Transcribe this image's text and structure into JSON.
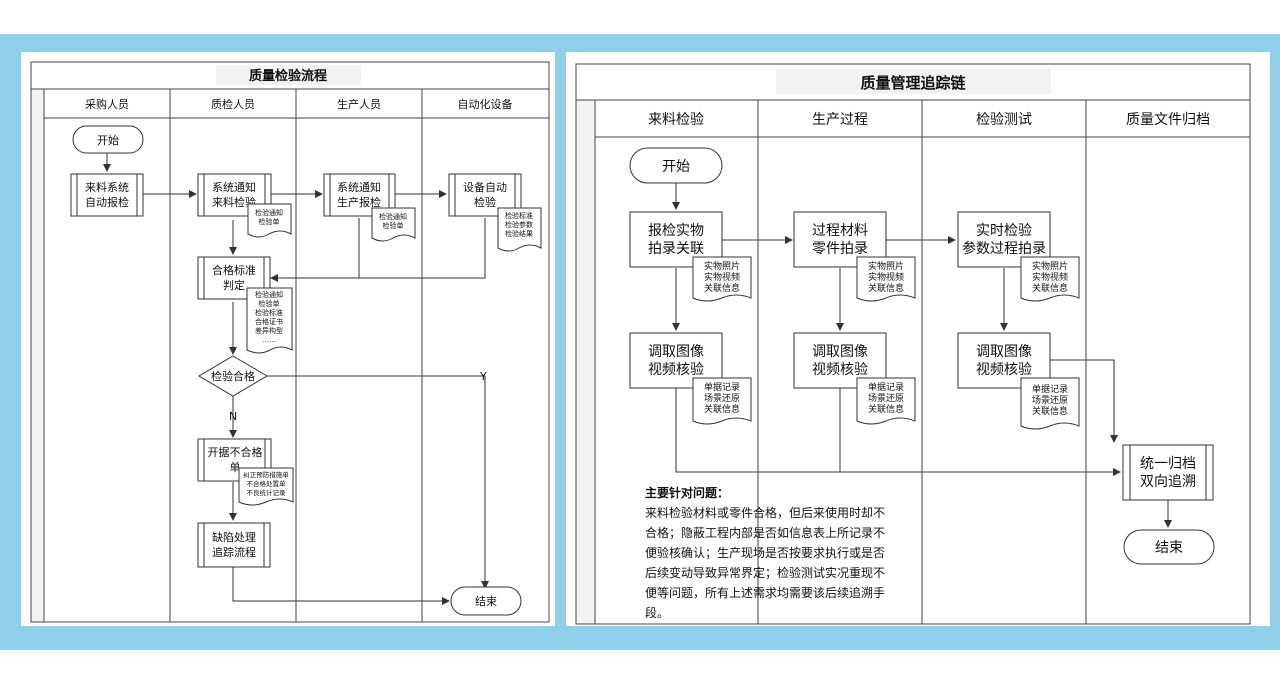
{
  "colors": {
    "background_band": "#8fcfe9",
    "line": "#333333",
    "box_fill": "#ffffff",
    "header_fill": "#f2f2f2"
  },
  "left": {
    "title": "质量检验流程",
    "lanes": [
      "采购人员",
      "质检人员",
      "生产人员",
      "自动化设备"
    ],
    "start": "开始",
    "end": "结束",
    "proc_receive": [
      "来料系统",
      "自动报检"
    ],
    "proc_notify_receive": [
      "系统通知",
      "来料检验"
    ],
    "proc_notify_prod": [
      "系统通知",
      "生产报检"
    ],
    "proc_device": [
      "设备自动",
      "检验"
    ],
    "proc_judge": [
      "合格标准",
      "判定"
    ],
    "proc_unqualified": [
      "开据不合格",
      "单"
    ],
    "proc_defect": [
      "缺陷处理",
      "追踪流程"
    ],
    "decision": "检验合格",
    "label_yes": "Y",
    "label_no": "N",
    "doc_notice": [
      "检验通知",
      "检验单"
    ],
    "doc_prod": [
      "检验通知",
      "检验单"
    ],
    "doc_device": [
      "检验标准",
      "检验参数",
      "检验结果"
    ],
    "doc_judge": [
      "检验通知",
      "检验单",
      "检验标准",
      "合格证书",
      "差异构型",
      "……"
    ],
    "doc_unqualified": [
      "纠正预防措施单",
      "不合格处置单",
      "不良统计记录"
    ]
  },
  "right": {
    "title": "质量管理追踪链",
    "lanes": [
      "来料检验",
      "生产过程",
      "检验测试",
      "质量文件归档"
    ],
    "start": "开始",
    "end": "结束",
    "proc_a1": [
      "报检实物",
      "拍录关联"
    ],
    "proc_b1": [
      "过程材料",
      "零件拍录"
    ],
    "proc_c1": [
      "实时检验",
      "参数过程拍录"
    ],
    "proc_a2": [
      "调取图像",
      "视频核验"
    ],
    "proc_b2": [
      "调取图像",
      "视频核验"
    ],
    "proc_c2": [
      "调取图像",
      "视频核验"
    ],
    "proc_archive": [
      "统一归档",
      "双向追溯"
    ],
    "doc_a1": [
      "实物照片",
      "实物视频",
      "关联信息"
    ],
    "doc_b1": [
      "实物照片",
      "实物视频",
      "关联信息"
    ],
    "doc_c1": [
      "实物照片",
      "实物视频",
      "关联信息"
    ],
    "doc_a2": [
      "单据记录",
      "场景还原",
      "关联信息"
    ],
    "doc_b2": [
      "单据记录",
      "场景还原",
      "关联信息"
    ],
    "doc_c2": [
      "单据记录",
      "场景还原",
      "关联信息"
    ],
    "note_title": "主要针对问题：",
    "note_lines": [
      "来料检验材料或零件合格，但后来使用时却不",
      "合格；隐蔽工程内部是否如信息表上所记录不",
      "便验核确认；生产现场是否按要求执行或是否",
      "后续变动导致异常界定；检验测试实况重现不",
      "便等问题，所有上述需求均需要该后续追溯手",
      "段。"
    ]
  }
}
